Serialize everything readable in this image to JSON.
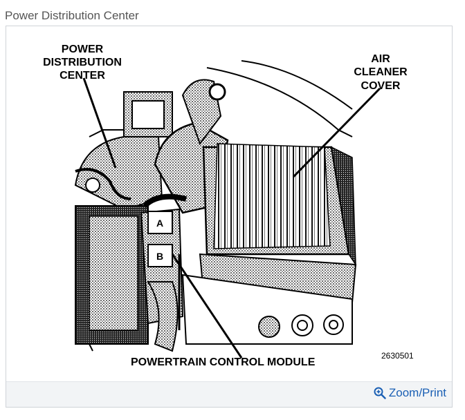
{
  "page": {
    "title": "Power Distribution Center"
  },
  "diagram": {
    "labels": {
      "pdc_line1": "POWER",
      "pdc_line2": "DISTRIBUTION",
      "pdc_line3": "CENTER",
      "air_line1": "AIR",
      "air_line2": "CLEANER",
      "air_line3": "COVER",
      "pcm": "POWERTRAIN CONTROL MODULE",
      "connector_a": "A",
      "connector_b": "B",
      "figure_number": "2630501"
    }
  },
  "footer": {
    "zoom_label": "Zoom/Print",
    "zoom_icon": "zoom-in-icon",
    "link_color": "#1a5fb4"
  }
}
